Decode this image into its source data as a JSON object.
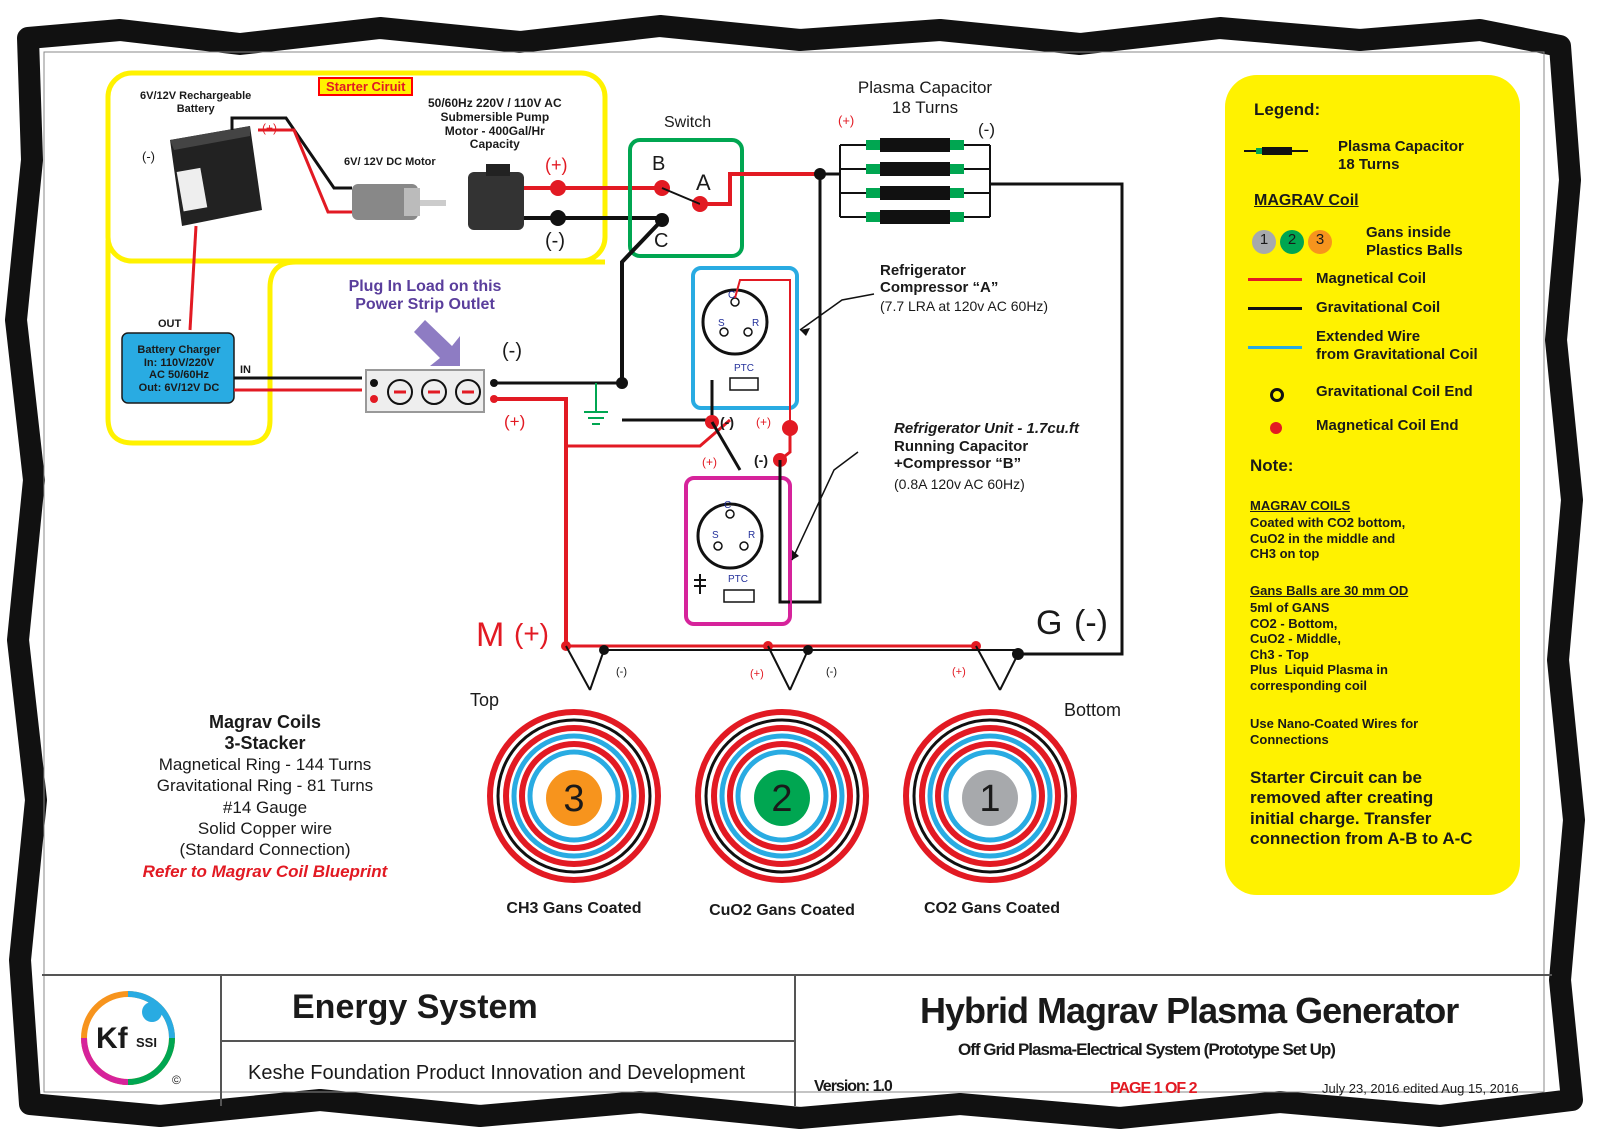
{
  "starter_circuit": {
    "label": "Starter Ciruit",
    "battery": "6V/12V Rechargeable\nBattery",
    "battery_neg": "(-)",
    "battery_pos": "(+)",
    "dc_motor": "6V/ 12V DC Motor",
    "pump": "50/60Hz 220V / 110V AC\nSubmersible Pump\nMotor - 400Gal/Hr\nCapacity",
    "pump_pos": "(+)",
    "pump_neg": "(-)",
    "charger_out": "OUT",
    "charger_in": "IN",
    "charger": "Battery Charger\nIn: 110V/220V\nAC 50/60Hz\nOut: 6V/12V DC"
  },
  "switch": {
    "title": "Switch",
    "b": "B",
    "a": "A",
    "c": "C"
  },
  "plasma_capacitor": {
    "title": "Plasma Capacitor\n18 Turns",
    "pos": "(+)",
    "neg": "(-)"
  },
  "power_strip": {
    "label": "Plug In Load on this\nPower Strip Outlet",
    "neg": "(-)",
    "pos": "(+)"
  },
  "compressor_a": {
    "title": "Refrigerator\nCompressor “A”",
    "spec": "(7.7 LRA at 120v AC 60Hz)",
    "c": "C",
    "s": "S",
    "r": "R",
    "ptc": "PTC",
    "neg": "(-)",
    "pos": "(+)"
  },
  "compressor_b": {
    "title_italic": "Refrigerator Unit - 1.7cu.ft",
    "title": "Running Capacitor\n+Compressor “B”",
    "spec": "(0.8A 120v AC 60Hz)",
    "c": "C",
    "s": "S",
    "r": "R",
    "ptc": "PTC",
    "pos": "(+)",
    "neg": "(-)"
  },
  "coils": {
    "m_label": "M",
    "m_sign": "(+)",
    "g_label": "G",
    "g_sign": "(-)",
    "top": "Top",
    "bottom": "Bottom",
    "small_neg": "(-)",
    "small_pos": "(+)",
    "balls": [
      {
        "num": "3",
        "color": "#f7941d",
        "caption": "CH3 Gans Coated"
      },
      {
        "num": "2",
        "color": "#00a651",
        "caption": "CuO2 Gans Coated"
      },
      {
        "num": "1",
        "color": "#a7a9ac",
        "caption": "CO2 Gans Coated"
      }
    ]
  },
  "coil_notes": {
    "title": "Magrav Coils\n3-Stacker",
    "lines": "Magnetical Ring - 144 Turns\nGravitational Ring - 81 Turns\n#14 Gauge\nSolid Copper wire\n(Standard Connection)",
    "refer": "Refer to Magrav Coil Blueprint"
  },
  "legend": {
    "title": "Legend:",
    "capacitor": "Plasma Capacitor\n18 Turns",
    "magrav_coil": "MAGRAV Coil",
    "balls": [
      "1",
      "2",
      "3"
    ],
    "ball_colors": [
      "#a7a9ac",
      "#00a651",
      "#f7941d"
    ],
    "gans": "Gans inside\nPlastics Balls",
    "magnetical": "Magnetical Coil",
    "gravitational": "Gravitational Coil",
    "extended": "Extended Wire\nfrom Gravitational Coil",
    "grav_end": "Gravitational Coil End",
    "mag_end": "Magnetical Coil End",
    "note": "Note:",
    "magrav_coils_head": "MAGRAV COILS",
    "magrav_coils_body": "Coated with CO2 bottom,\nCuO2 in the middle and\nCH3 on top",
    "gans_head": "Gans Balls are 30 mm OD",
    "gans_body": "5ml of GANS\nCO2 - Bottom,\nCuO2 - Middle,\nCh3 - Top\nPlus  Liquid Plasma in\ncorresponding coil",
    "nano": "Use Nano-Coated Wires for\nConnections",
    "starter_note": "Starter Circuit can be\nremoved after creating\ninitial charge. Transfer\nconnection from A-B to A-C"
  },
  "title_block": {
    "logo": "Kf",
    "logo_sub": "SSI",
    "copyright": "©",
    "system": "Energy System",
    "foundation": "Keshe Foundation Product Innovation and Development",
    "title": "Hybrid Magrav Plasma Generator",
    "subtitle": "Off Grid Plasma-Electrical System (Prototype Set Up)",
    "version": "Version: 1.0",
    "page": "PAGE 1 OF 2",
    "date": "July 23, 2016  edited Aug 15, 2016"
  },
  "colors": {
    "magnetical": "#e21a23",
    "gravitational": "#1a1a1a",
    "extended": "#29abe2",
    "legend_bg": "#fff200",
    "starter_border": "#fff200",
    "switch_border": "#00a651",
    "compressor_a_border": "#29abe2",
    "compressor_b_border": "#d6239b"
  }
}
